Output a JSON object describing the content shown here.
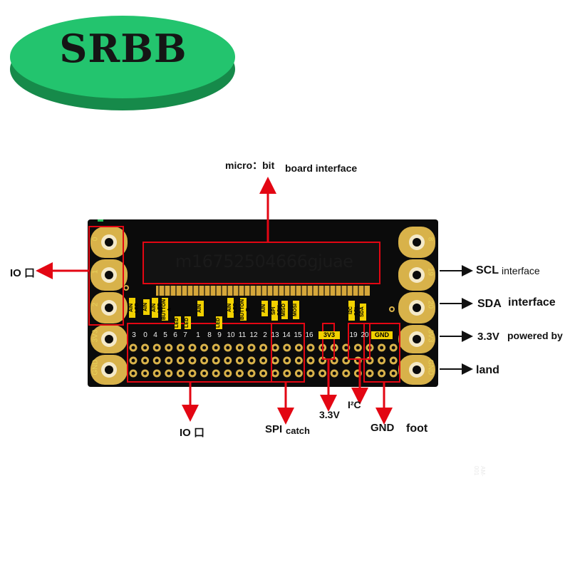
{
  "brand": {
    "text": "SRBB"
  },
  "labels": {
    "top_left": "micro：bit",
    "top_right": "board interface",
    "io_left": "IO 口",
    "scl_a": "SCL",
    "scl_b": "interface",
    "sda_a": "SDA",
    "sda_b": "interface",
    "v33_a": "3.3V",
    "v33_b": "powered by",
    "gnd_right": "land",
    "io_bottom": "IO 口",
    "spi_a": "SPI",
    "spi_b": "catch",
    "v33_bottom": "3.3V",
    "i2c": "I²C",
    "gnd_a": "GND",
    "gnd_b": "foot"
  },
  "board": {
    "watermark": "m16752504666gjuae",
    "model": "AM-001",
    "left_pads": [
      "0",
      "1",
      "2",
      "3V3",
      "GND"
    ],
    "right_pads": [
      "8",
      "19",
      "20",
      "3V3",
      "GND"
    ],
    "pin_numbers": [
      "3",
      "0",
      "4",
      "5",
      "6",
      "7",
      "1",
      "8",
      "9",
      "10",
      "11",
      "12",
      "2",
      "13",
      "14",
      "15",
      "16",
      "19",
      "20"
    ],
    "header_3v3": "3V3",
    "header_gnd": "GND",
    "pin_tags": [
      "AIN LED",
      "AIN",
      "AIN LED",
      "BUTTON A",
      "LED",
      "LED",
      "AIN",
      "LED",
      "AIN LED",
      "BUTTON B",
      "AIN",
      "SPI SCK",
      "MISO",
      "MOSI",
      "I2C SCL",
      "SDA"
    ]
  },
  "colors": {
    "arrow": "#e30613",
    "board": "#0b0b0b",
    "gold": "#d8b24a",
    "ellipse": "#1fbf6a",
    "ellipse_edge": "#168a4a"
  }
}
